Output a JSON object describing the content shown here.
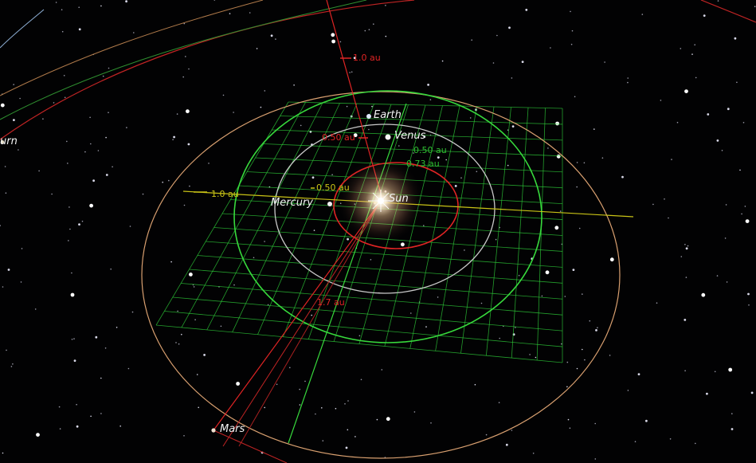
{
  "view": {
    "background": "#020203",
    "grid_color": "#2fd13a",
    "colors": {
      "sun_glow": "#ffcf9a",
      "earth_orbit": "#37d93c",
      "venus_orbit": "#c9c9c9",
      "mercury_orbit": "#e02424",
      "mars_orbit": "#d9a070",
      "outer_orbit": "#c02424",
      "ecliptic_axis": "#c9c316",
      "distance_red": "#e02424",
      "distance_yellow": "#c9c316",
      "distance_green": "#2fbe32"
    }
  },
  "bodies": [
    {
      "id": "sun",
      "label": "Sun",
      "icon": "sun-icon"
    },
    {
      "id": "mercury",
      "label": "Mercury",
      "icon": "planet-dot-icon"
    },
    {
      "id": "venus",
      "label": "Venus",
      "icon": "planet-dot-icon"
    },
    {
      "id": "earth",
      "label": "Earth",
      "icon": "planet-dot-icon"
    },
    {
      "id": "mars",
      "label": "Mars",
      "icon": "planet-dot-icon"
    },
    {
      "id": "saturn",
      "label": "urn",
      "icon": "planet-dot-icon"
    }
  ],
  "distance_labels": {
    "top": "1.0 au",
    "venus_left": "0.50 au",
    "venus_right": "0.50 au",
    "venus_mid": "0.73 au",
    "mercury_left": "0.50 au",
    "ecliptic_left": "1.0 au",
    "bottom": "1.7 au"
  }
}
